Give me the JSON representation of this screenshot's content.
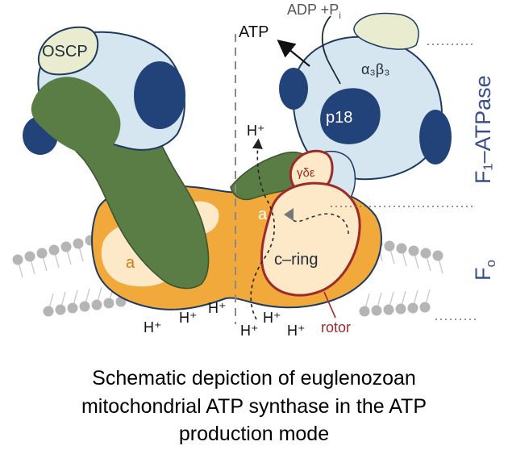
{
  "diagram": {
    "labels": {
      "oscp": "OSCP",
      "atp": "ATP",
      "adp_pi": "ADP +P",
      "adp_pi_subscript": "i",
      "alpha3beta3": "α₃β₃",
      "p18": "p18",
      "gamma_delta_epsilon": "γδε",
      "f1_atpase": "F₁–ATPase",
      "fo": "F",
      "fo_subscript": "o",
      "a_left": "a",
      "a_right": "a",
      "c_ring": "c–ring",
      "rotor": "rotor",
      "h_plus_top": "H⁺",
      "h_plus_1": "H⁺",
      "h_plus_2": "H⁺",
      "h_plus_3": "H⁺",
      "h_plus_4": "H⁺",
      "h_plus_5": "H⁺",
      "h_plus_6": "H⁺"
    },
    "colors": {
      "f1_head": "#d6e6f0",
      "outline": "#1f3a5f",
      "dark_blue": "#22437a",
      "stator_green": "#5a7d45",
      "oscp_fill": "#e9ecce",
      "fo_orange": "#f2a93b",
      "fo_light": "#fde9c8",
      "rotor_red": "#9c2a2a",
      "membrane_gray": "#b5b5b5",
      "axis_gray": "#8a8a8a"
    }
  },
  "caption": {
    "line1": "Schematic depiction of euglenozoan",
    "line2": "mitochondrial ATP synthase in the ATP",
    "line3": "production mode"
  }
}
